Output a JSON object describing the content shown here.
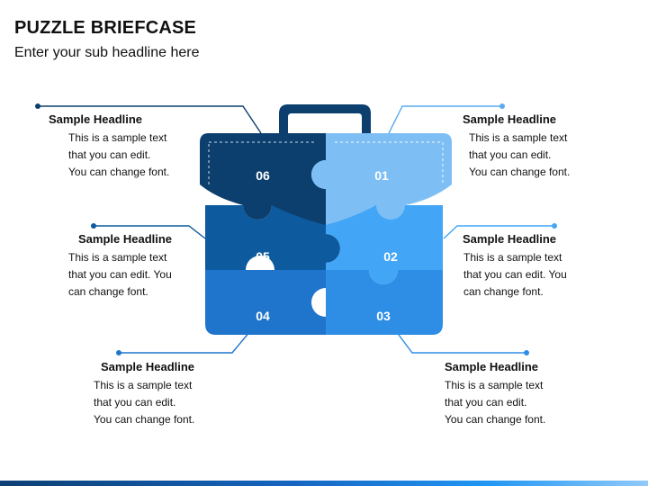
{
  "header": {
    "title": "PUZZLE BRIEFCASE",
    "subtitle": "Enter your sub headline here"
  },
  "pieces": [
    {
      "number": "06",
      "color": "#0c3f6e"
    },
    {
      "number": "01",
      "color": "#7dbff5"
    },
    {
      "number": "05",
      "color": "#0d5a9e"
    },
    {
      "number": "02",
      "color": "#42a5f5"
    },
    {
      "number": "04",
      "color": "#1f75cc"
    },
    {
      "number": "03",
      "color": "#2e8de5"
    }
  ],
  "colors": {
    "handle": "#0c3f6e",
    "line_dark": "#0c3f6e",
    "line_light": "#5aaaf0",
    "dot": "#1565c0"
  },
  "callouts": [
    {
      "headline": "Sample Headline",
      "lines": [
        "This is a sample text",
        "that you can edit.",
        "You can change font."
      ]
    },
    {
      "headline": "Sample Headline",
      "lines": [
        "This is a sample text",
        "that you can edit.",
        "You can change font."
      ]
    },
    {
      "headline": "Sample Headline",
      "lines": [
        "This is a sample text",
        "that you can edit. You",
        "can change font."
      ]
    },
    {
      "headline": "Sample Headline",
      "lines": [
        "This is a sample text",
        "that you can edit. You",
        "can change font."
      ]
    },
    {
      "headline": "Sample Headline",
      "lines": [
        "This is a sample text",
        "that you can edit.",
        "You can change font."
      ]
    },
    {
      "headline": "Sample Headline",
      "lines": [
        "This is a sample text",
        "that you can edit.",
        "You can change font."
      ]
    }
  ]
}
